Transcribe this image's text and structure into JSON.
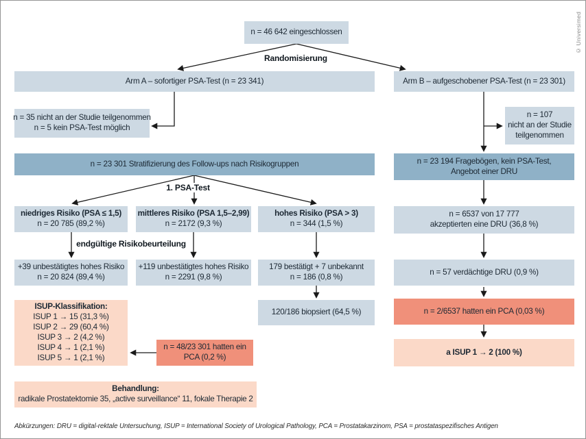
{
  "meta": {
    "copyright": "© Universimed",
    "footnote": "Abkürzungen: DRU = digital-rektale Untersuchung, ISUP = International Society of Urological Pathology, PCA = Prostatakarzinom, PSA = prostataspezifisches Antigen"
  },
  "labels": {
    "randomisierung": "Randomisierung",
    "psa_test": "1. PSA-Test",
    "risikobeurteilung": "endgültige Risikobeurteilung"
  },
  "colors": {
    "box_blue_light": "#cdd9e3",
    "box_blue_dark": "#8fb1c7",
    "box_salmon": "#f0907a",
    "box_peach": "#fbd9c8",
    "text": "#1c2833",
    "line": "#1a1a1a"
  },
  "nodes": {
    "enrolled": {
      "text": "n = 46 642 eingeschlossen"
    },
    "arm_a": {
      "text": "Arm A – sofortiger PSA-Test (n = 23 341)"
    },
    "arm_b": {
      "text": "Arm B – aufgeschobener PSA-Test (n = 23 301)"
    },
    "excluded_a": {
      "line1": "n = 35 nicht an der Studie teilgenommen",
      "line2": "n = 5 kein PSA-Test möglich"
    },
    "excluded_b": {
      "line1": "n = 107",
      "line2": "nicht an der Studie",
      "line3": "teilgenommen"
    },
    "stratification": {
      "text": "n = 23 301 Stratifizierung des Follow-ups nach Risikogruppen"
    },
    "questionnaire": {
      "line1": "n = 23 194 Fragebögen, kein PSA-Test,",
      "line2": "Angebot einer DRU"
    },
    "risk_low": {
      "title": "niedriges Risiko (PSA ≤ 1,5)",
      "value": "n = 20 785 (89,2 %)"
    },
    "risk_mid": {
      "title": "mittleres Risiko (PSA 1,5–2,99)",
      "value": "n = 2172 (9,3 %)"
    },
    "risk_high": {
      "title": "hohes Risiko (PSA > 3)",
      "value": "n = 344 (1,5 %)"
    },
    "final_low": {
      "line1": "+39 unbestätigtes hohes Risiko",
      "line2": "n = 20 824 (89,4 %)"
    },
    "final_mid": {
      "line1": "+119 unbestätigtes hohes Risiko",
      "line2": "n = 2291 (9,8 %)"
    },
    "final_high": {
      "line1": "179 bestätigt + 7 unbekannt",
      "line2": "n = 186 (0,8 %)"
    },
    "isup": {
      "title": "ISUP-Klassifikation:",
      "rows": [
        "ISUP 1 → 15 (31,3 %)",
        "ISUP 2 → 29 (60,4 %)",
        "ISUP 3 → 2 (4,2 %)",
        "ISUP 4 → 1 (2,1 %)",
        "ISUP 5 → 1 (2,1 %)"
      ]
    },
    "biopsy": {
      "text": "120/186 biopsiert (64,5 %)"
    },
    "pca_a": {
      "line1": "n = 48/23 301 hatten ein",
      "line2": "PCA (0,2 %)"
    },
    "treatment": {
      "title": "Behandlung:",
      "text": "radikale Prostatektomie 35, „active surveillance“ 11, fokale Therapie 2"
    },
    "dru_accept": {
      "line1": "n = 6537 von 17 777",
      "line2": "akzeptierten eine DRU (36,8 %)"
    },
    "dru_suspicious": {
      "text": "n = 57 verdächtige DRU (0,9 %)"
    },
    "pca_b": {
      "text": "n = 2/6537 hatten ein PCA (0,03 %)"
    },
    "isup_b": {
      "text": "a ISUP 1 → 2 (100 %)"
    }
  }
}
